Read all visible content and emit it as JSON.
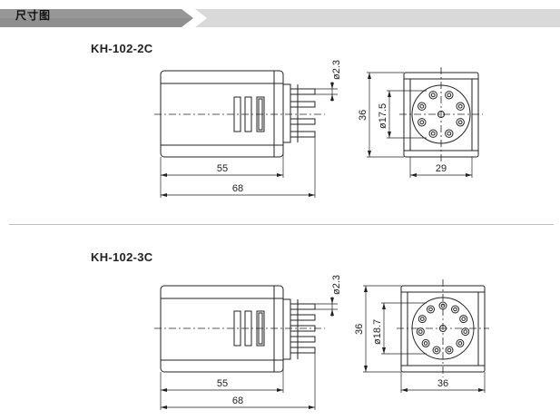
{
  "section_title": "尺寸图",
  "models": [
    {
      "name": "KH-102-2C",
      "dims": {
        "pin_dia": "ø2.3",
        "height": "36",
        "circle_dia": "ø17.5",
        "width": "29",
        "body_len": "55",
        "total_len": "68"
      }
    },
    {
      "name": "KH-102-3C",
      "dims": {
        "pin_dia": "ø2.3",
        "height": "36",
        "circle_dia": "ø18.7",
        "width": "36",
        "body_len": "55",
        "total_len": "68"
      }
    }
  ],
  "colors": {
    "banner_dark": "#8a8a8a",
    "banner_light": "#d6d6d6",
    "line": "#222222"
  }
}
